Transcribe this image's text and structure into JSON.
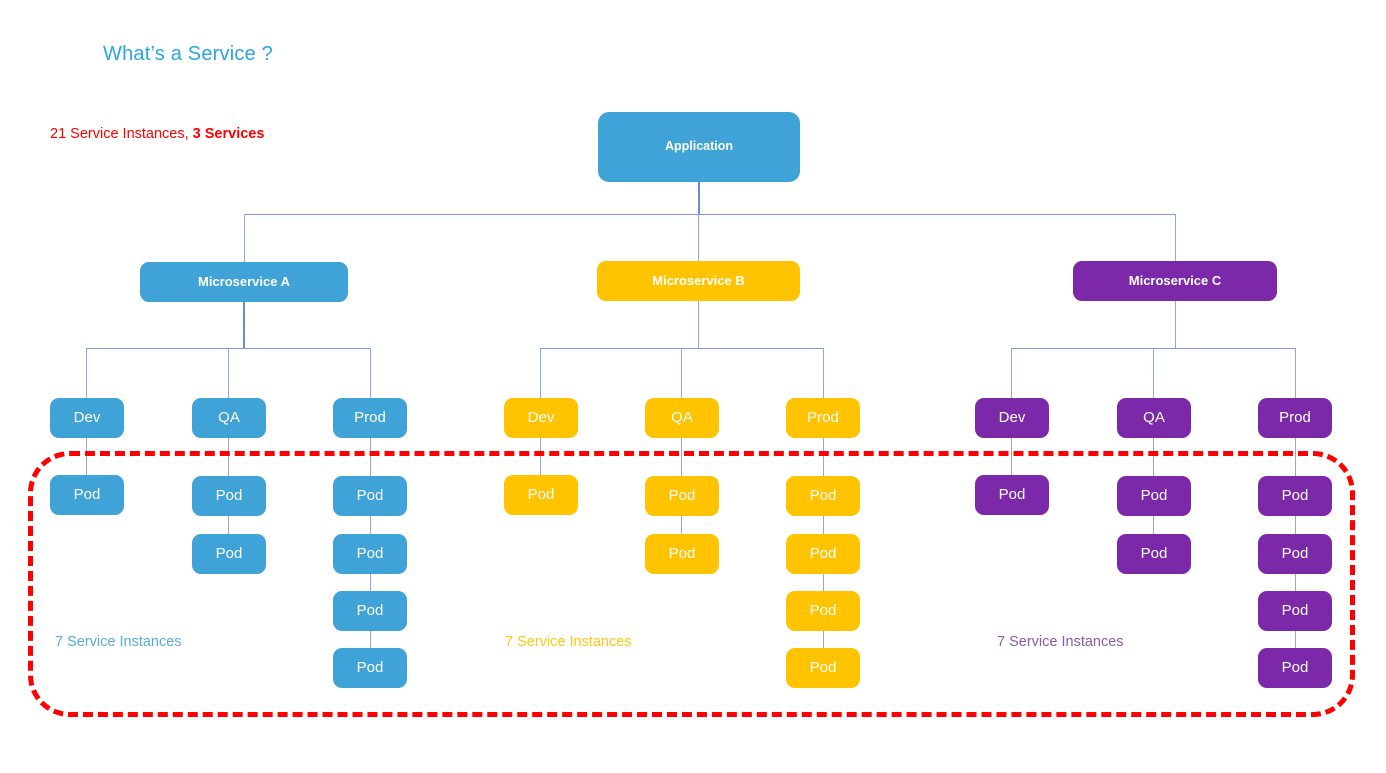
{
  "title": "What’s a Service ?",
  "subtitle": {
    "normal": "21 Service Instances, ",
    "bold": "3 Services"
  },
  "colors": {
    "title": "#29A7DF",
    "subtitle": "#FF0000",
    "blue": "#3FA3D8",
    "yellow": "#FFC300",
    "purple": "#7B29A8",
    "connector": "#7D9BDB",
    "highlight": "#FF0000"
  },
  "application": {
    "label": "Application"
  },
  "microservices": [
    {
      "label": "Microservice A",
      "color": "blue",
      "caption": "7 Service Instances",
      "environments": [
        {
          "label": "Dev",
          "pods": [
            "Pod"
          ]
        },
        {
          "label": "QA",
          "pods": [
            "Pod",
            "Pod"
          ]
        },
        {
          "label": "Prod",
          "pods": [
            "Pod",
            "Pod",
            "Pod",
            "Pod"
          ]
        }
      ]
    },
    {
      "label": "Microservice B",
      "color": "yellow",
      "caption": "7 Service Instances",
      "environments": [
        {
          "label": "Dev",
          "pods": [
            "Pod"
          ]
        },
        {
          "label": "QA",
          "pods": [
            "Pod",
            "Pod"
          ]
        },
        {
          "label": "Prod",
          "pods": [
            "Pod",
            "Pod",
            "Pod",
            "Pod"
          ]
        }
      ]
    },
    {
      "label": "Microservice C",
      "color": "purple",
      "caption": "7 Service Instances",
      "environments": [
        {
          "label": "Dev",
          "pods": [
            "Pod"
          ]
        },
        {
          "label": "QA",
          "pods": [
            "Pod",
            "Pod"
          ]
        },
        {
          "label": "Prod",
          "pods": [
            "Pod",
            "Pod",
            "Pod",
            "Pod"
          ]
        }
      ]
    }
  ],
  "highlight_region": {
    "name": "service-instances-highlight"
  }
}
